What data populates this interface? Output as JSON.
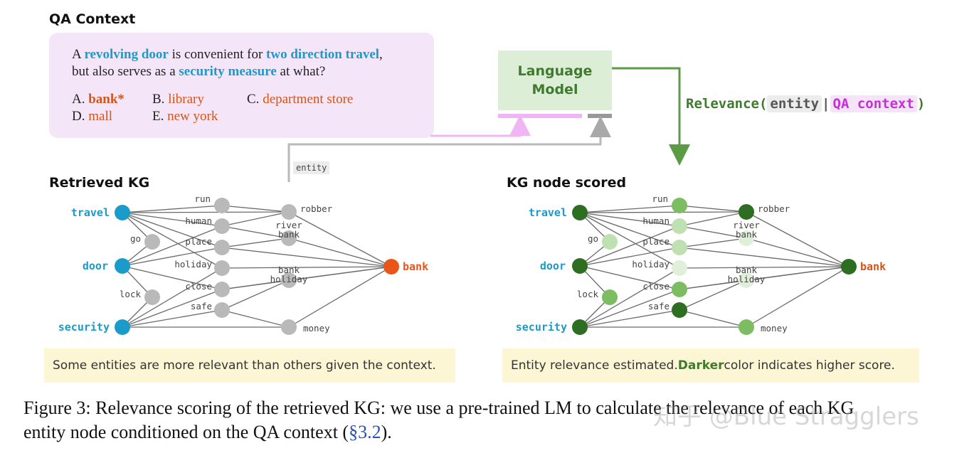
{
  "qa_context": {
    "title": "QA Context",
    "q_a": "A ",
    "q_revolving": "revolving door",
    "q_mid1": " is convenient for ",
    "q_two": "two direction travel",
    "q_end1": ",",
    "q_but": "but also serves as a ",
    "q_security": "security measure",
    "q_at": " at what?",
    "opt_a_letter": "A. ",
    "opt_a": "bank*",
    "opt_b_letter": "B. ",
    "opt_b": "library",
    "opt_c_letter": "C. ",
    "opt_c": "department store",
    "opt_d_letter": "D. ",
    "opt_d": "mall",
    "opt_e_letter": "E. ",
    "opt_e": "new york"
  },
  "language_model": {
    "line1": "Language",
    "line2": "Model"
  },
  "relevance": {
    "func": "Relevance",
    "open": "(",
    "entity": "entity",
    "sep": "|",
    "qa": "QA context",
    "close": ")"
  },
  "entity_tag": "entity",
  "retrieved_kg": {
    "title": "Retrieved KG",
    "caption": "Some entities are more relevant than others given the context."
  },
  "scored_kg": {
    "title": "KG node scored",
    "caption_pre": "Entity relevance estimated. ",
    "caption_bold": "Darker",
    "caption_post": " color indicates higher score."
  },
  "nodes": [
    {
      "id": "travel",
      "label": "travel",
      "type": "question"
    },
    {
      "id": "door",
      "label": "door",
      "type": "question"
    },
    {
      "id": "security",
      "label": "security",
      "type": "question"
    },
    {
      "id": "go",
      "label": "go",
      "score": 2
    },
    {
      "id": "lock",
      "label": "lock",
      "score": 3
    },
    {
      "id": "run",
      "label": "run",
      "score": 3
    },
    {
      "id": "human",
      "label": "human",
      "score": 2
    },
    {
      "id": "place",
      "label": "place",
      "score": 2
    },
    {
      "id": "holiday",
      "label": "holiday",
      "score": 1
    },
    {
      "id": "close",
      "label": "close",
      "score": 3
    },
    {
      "id": "safe",
      "label": "safe",
      "score": 5
    },
    {
      "id": "robber",
      "label": "robber",
      "score": 5
    },
    {
      "id": "river_bank",
      "label": "river bank",
      "score": 1
    },
    {
      "id": "bank_holiday",
      "label": "bank holiday",
      "score": 1
    },
    {
      "id": "money",
      "label": "money",
      "score": 3
    },
    {
      "id": "bank",
      "label": "bank",
      "type": "answer",
      "score": 5
    }
  ],
  "colors": {
    "question": "#1a9bc9",
    "answer": "#e8561a",
    "gray": "#b9b9b9",
    "green_scale": [
      "#e0efd9",
      "#bfe0b0",
      "#7cbd62",
      "#4f9a3c",
      "#2e6e22"
    ],
    "label_green": "#3f7a2e",
    "pink": "#f0b6f4"
  },
  "figure_caption": {
    "line1": "Figure 3:  Relevance scoring of the retrieved KG: we use a pre-trained LM to calculate the relevance of each KG",
    "line2_pre": "entity node conditioned on the QA context (",
    "line2_ref": "§3.2",
    "line2_post": ")."
  },
  "watermark": "知乎 @Blue Stragglers"
}
